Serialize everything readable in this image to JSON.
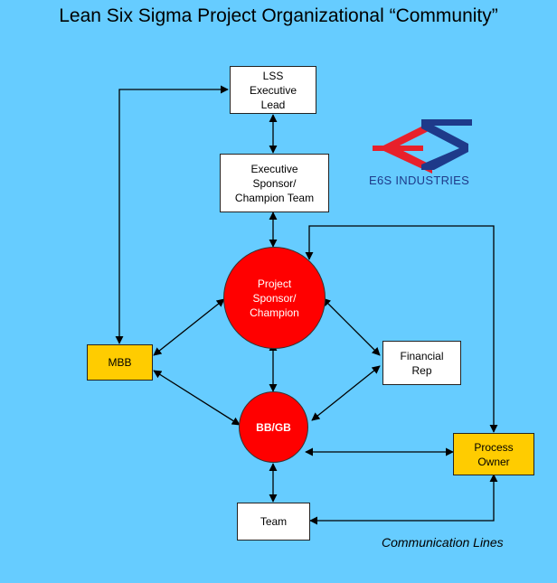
{
  "title": "Lean Six Sigma Project Organizational “Community”",
  "nodes": {
    "lss_lead": "LSS\nExecutive\nLead",
    "exec_sponsor": "Executive\nSponsor/\nChampion Team",
    "project_sponsor": "Project\nSponsor/\nChampion",
    "mbb": "MBB",
    "financial_rep": "Financial\nRep",
    "bbgb": "BB/GB",
    "process_owner": "Process\nOwner",
    "team": "Team"
  },
  "logo": {
    "text": "E6S INDUSTRIES",
    "colors": {
      "red": "#e8202a",
      "blue": "#1e3a8a"
    }
  },
  "legend": "Communication Lines",
  "colors": {
    "background": "#66ccff",
    "circle": "#ff0000",
    "highlight_box": "#ffcc00",
    "box": "#ffffff",
    "line": "#000000"
  }
}
